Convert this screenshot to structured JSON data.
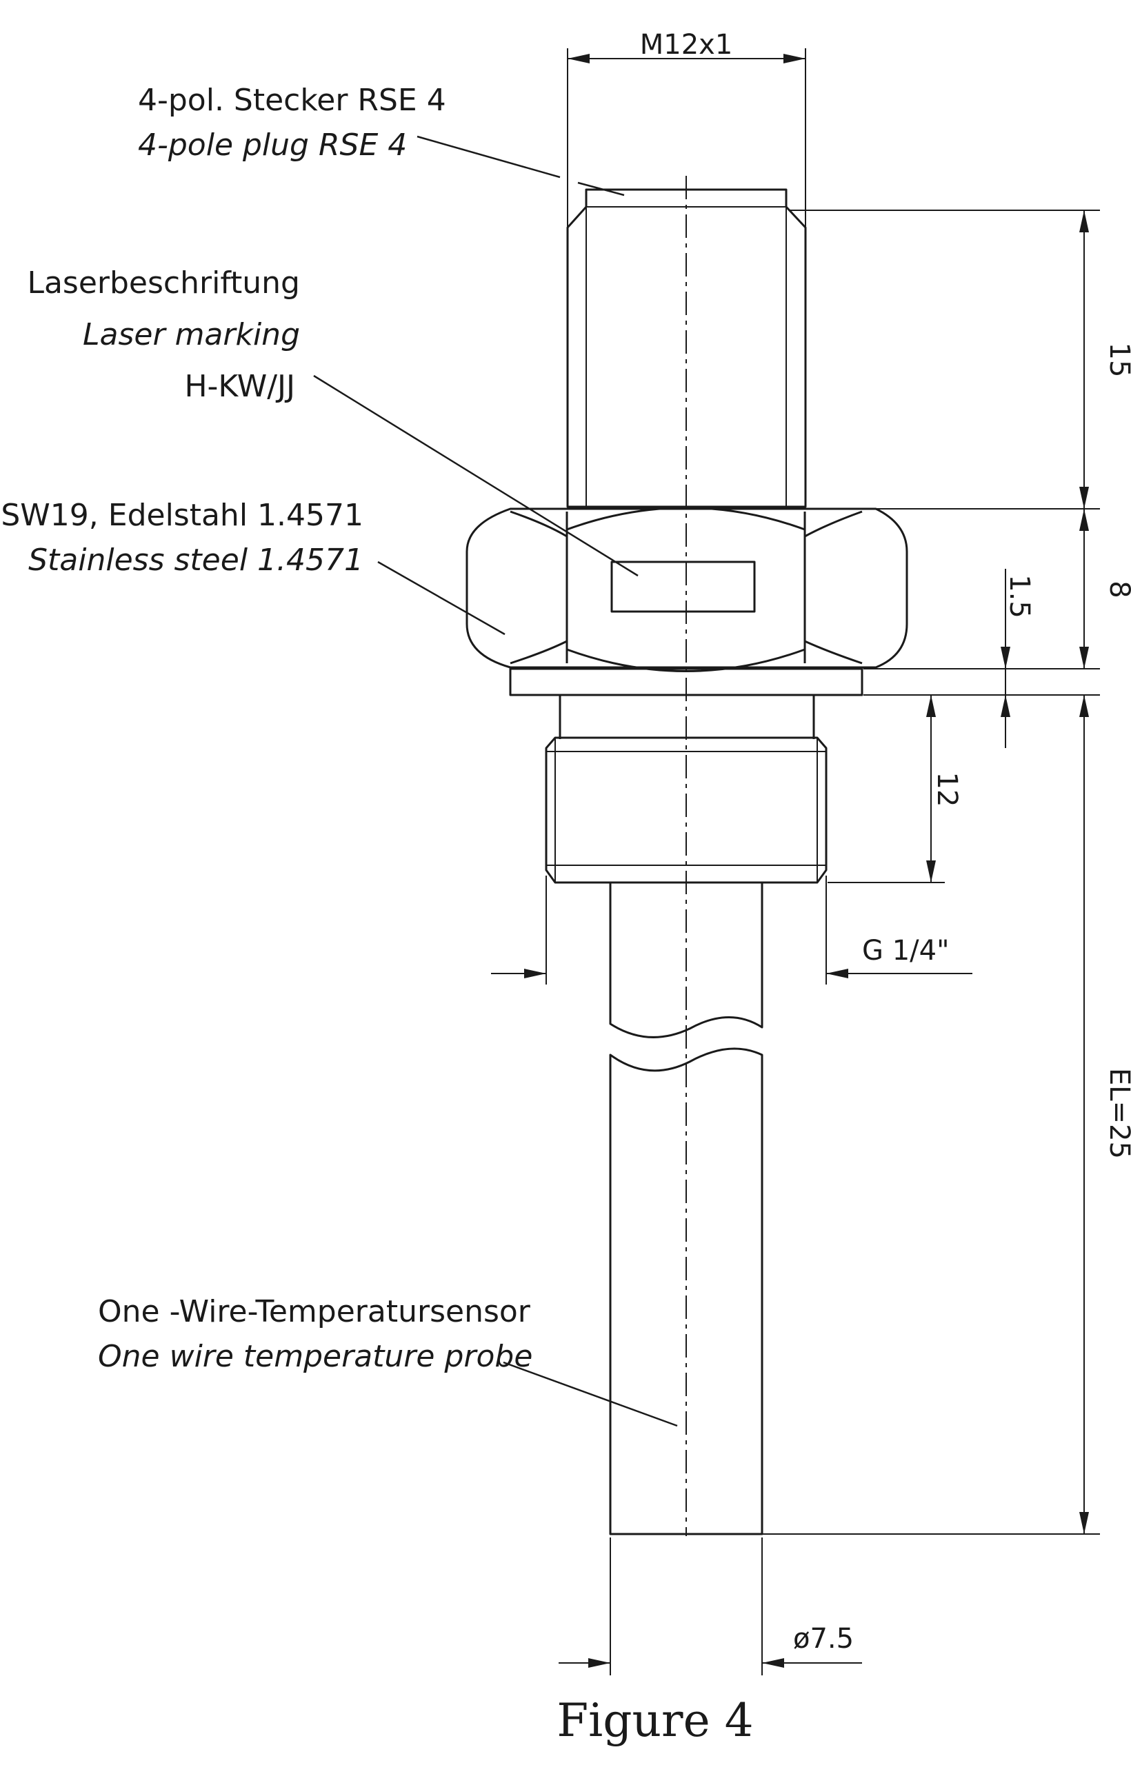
{
  "labels": {
    "plug_de": "4-pol. Stecker RSE 4",
    "plug_en": "4-pole plug RSE 4",
    "laser_de": "Laserbeschriftung",
    "laser_en": "Laser marking",
    "laser_code": "H-KW/JJ",
    "hex_de": "SW19, Edelstahl 1.4571",
    "hex_en": "Stainless steel 1.4571",
    "probe_de": "One  -Wire-Temperatursensor",
    "probe_en": "One wire temperature probe"
  },
  "dimensions": {
    "thread_top": "M12x1",
    "plug_length": "15",
    "hex_height": "8",
    "washer": "1.5",
    "thread_length": "12",
    "thread_process": "G 1/4\"",
    "insertion_length": "EL=25",
    "probe_diameter": "ø7.5"
  },
  "caption": "Figure 4"
}
